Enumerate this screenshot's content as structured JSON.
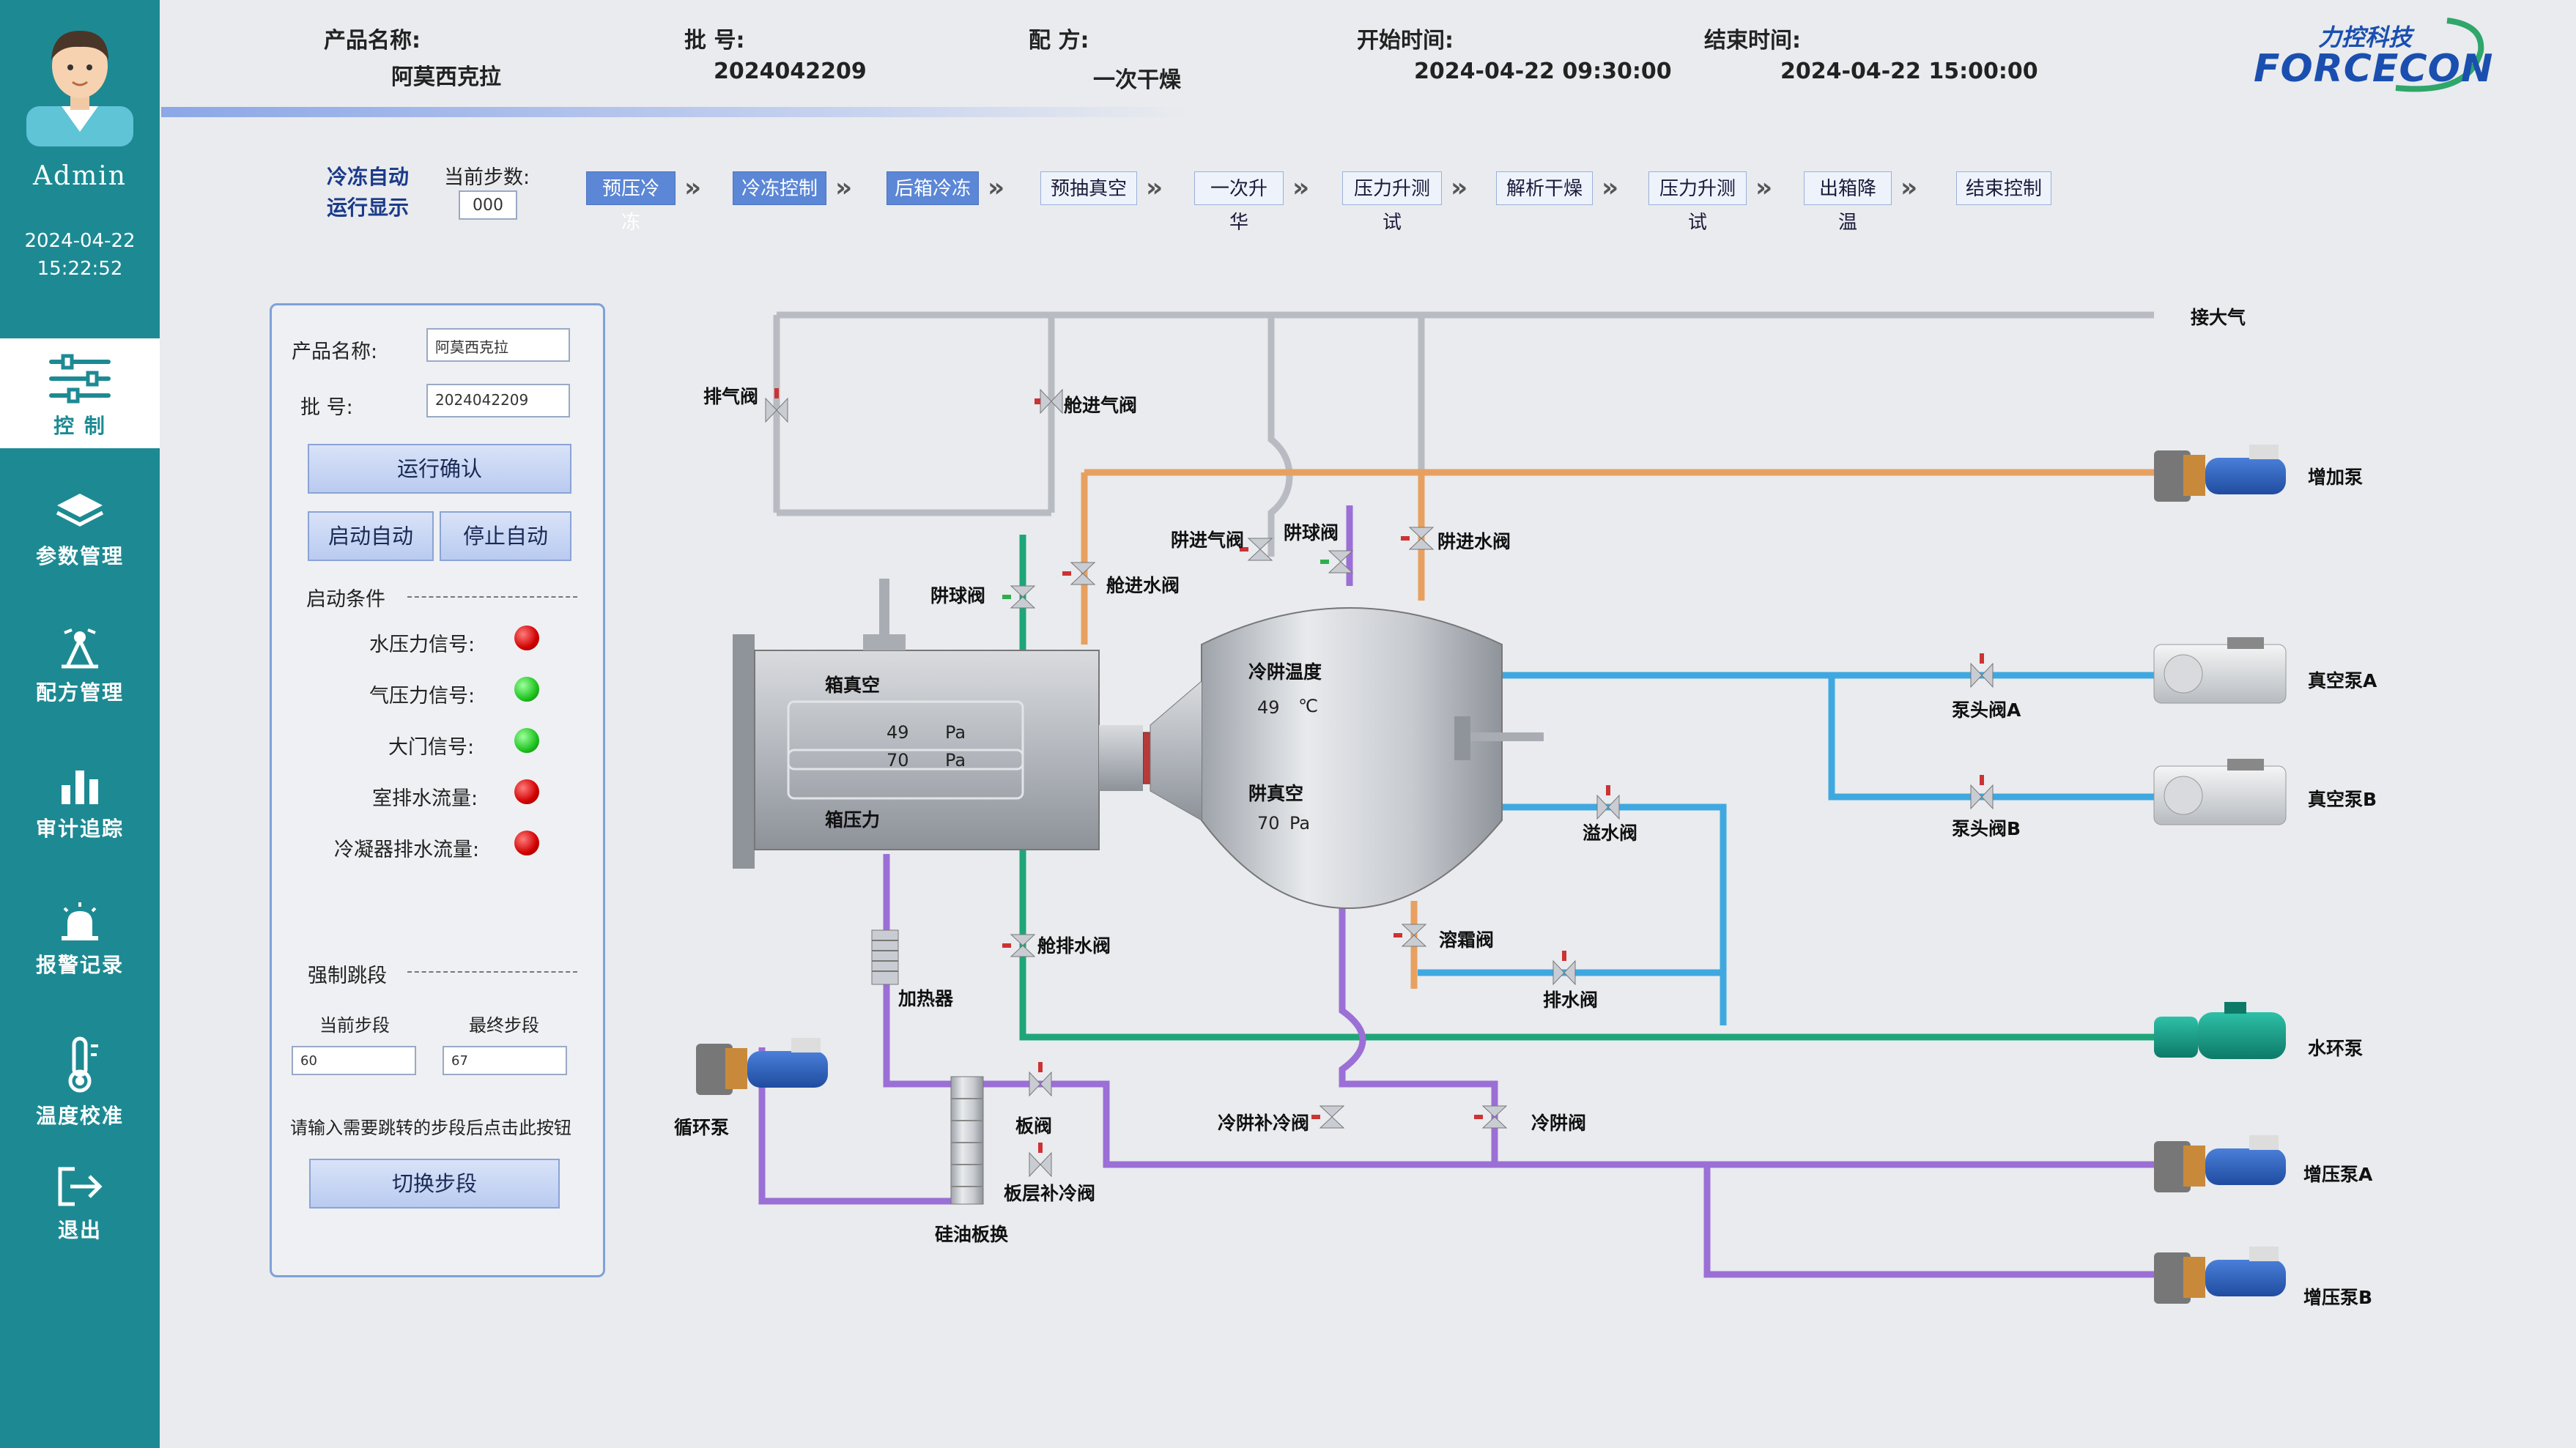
{
  "user": {
    "name": "Admin",
    "date": "2024-04-22",
    "time": "15:22:52"
  },
  "nav": [
    {
      "label": "控 制",
      "icon": "sliders-icon",
      "active": true
    },
    {
      "label": "参数管理",
      "icon": "layers-icon"
    },
    {
      "label": "配方管理",
      "icon": "recipe-icon"
    },
    {
      "label": "审计追踪",
      "icon": "bar-chart-icon"
    },
    {
      "label": "报警记录",
      "icon": "alarm-icon"
    },
    {
      "label": "温度校准",
      "icon": "thermometer-icon"
    },
    {
      "label": "退出",
      "icon": "logout-icon"
    }
  ],
  "header": {
    "product_label": "产品名称:",
    "product_value": "阿莫西克拉",
    "batch_label": "批   号:",
    "batch_value": "2024042209",
    "recipe_label": "配   方:",
    "recipe_value": "一次干燥",
    "start_label": "开始时间:",
    "start_value": "2024-04-22 09:30:00",
    "end_label": "结束时间:",
    "end_value": "2024-04-22 15:00:00",
    "brand_top": "力控科技",
    "brand_bottom": "FORCECON"
  },
  "process": {
    "mode_label_1": "冷冻自动",
    "mode_label_2": "运行显示",
    "step_label": "当前步数:",
    "step_value": "000",
    "steps": [
      {
        "label": "预压冷冻",
        "done": true
      },
      {
        "label": "冷冻控制",
        "done": true
      },
      {
        "label": "后箱冷冻",
        "done": true
      },
      {
        "label": "预抽真空",
        "done": false
      },
      {
        "label": "一次升华",
        "done": false
      },
      {
        "label": "压力升测试",
        "done": false
      },
      {
        "label": "解析干燥",
        "done": false
      },
      {
        "label": "压力升测试",
        "done": false
      },
      {
        "label": "出箱降温",
        "done": false
      },
      {
        "label": "结束控制",
        "done": false
      }
    ]
  },
  "panel": {
    "product_label": "产品名称:",
    "product_value": "阿莫西克拉",
    "batch_label": "批   号:",
    "batch_value": "2024042209",
    "confirm_button": "运行确认",
    "start_button": "启动自动",
    "stop_button": "停止自动",
    "start_conditions_title": "启动条件",
    "conditions": [
      {
        "label": "水压力信号:",
        "status": "red"
      },
      {
        "label": "气压力信号:",
        "status": "green"
      },
      {
        "label": "大门信号:",
        "status": "green"
      },
      {
        "label": "室排水流量:",
        "status": "red"
      },
      {
        "label": "冷凝器排水流量:",
        "status": "red"
      }
    ],
    "jump_title": "强制跳段",
    "current_step_label": "当前步段",
    "final_step_label": "最终步段",
    "current_step_value": "60",
    "final_step_value": "67",
    "hint": "请输入需要跳转的步段后点击此按钮",
    "switch_button": "切换步段"
  },
  "diagram": {
    "labels": {
      "vent_main": "接大气",
      "exhaust_valve": "排气阀",
      "chamber_in_air": "舱进气阀",
      "condenser_in_air": "阱进气阀",
      "condenser_ball": "阱球阀",
      "condenser_in_water": "阱进水阀",
      "chamber_ball": "阱球阀",
      "chamber_in_water": "舱进水阀",
      "chamber_vacuum": "箱真空",
      "chamber_pressure": "箱压力",
      "chamber_vacuum_value": "49",
      "chamber_pressure_value": "70",
      "unit_pa": "Pa",
      "condenser_temp": "冷阱温度",
      "condenser_temp_value": "49",
      "unit_c": "℃",
      "condenser_vacuum": "阱真空",
      "condenser_vacuum_value": "70",
      "heater": "加热器",
      "circulation_pump": "循环泵",
      "chamber_drain": "舱排水阀",
      "defrost_valve": "溶霜阀",
      "drain_valve": "排水阀",
      "overflow_valve": "溢水阀",
      "pump_head_a": "泵头阀A",
      "pump_head_b": "泵头阀B",
      "booster_pump": "增加泵",
      "vacuum_pump_a": "真空泵A",
      "vacuum_pump_b": "真空泵B",
      "water_ring_pump": "水环泵",
      "pressure_pump_a": "增压泵A",
      "pressure_pump_b": "增压泵B",
      "plate_valve": "板阀",
      "plate_cold_valve": "板层补冷阀",
      "oil_exchanger": "硅油板换",
      "condenser_cold_supply": "冷阱补冷阀",
      "condenser_cold_valve": "冷阱阀"
    }
  },
  "colors": {
    "sidebar": "#1d8a93",
    "pipe_orange": "#e8a060",
    "pipe_blue": "#3fa8e0",
    "pipe_green": "#1fa678",
    "pipe_purple": "#9b6fd6",
    "pipe_grey": "#b8bcc2"
  }
}
